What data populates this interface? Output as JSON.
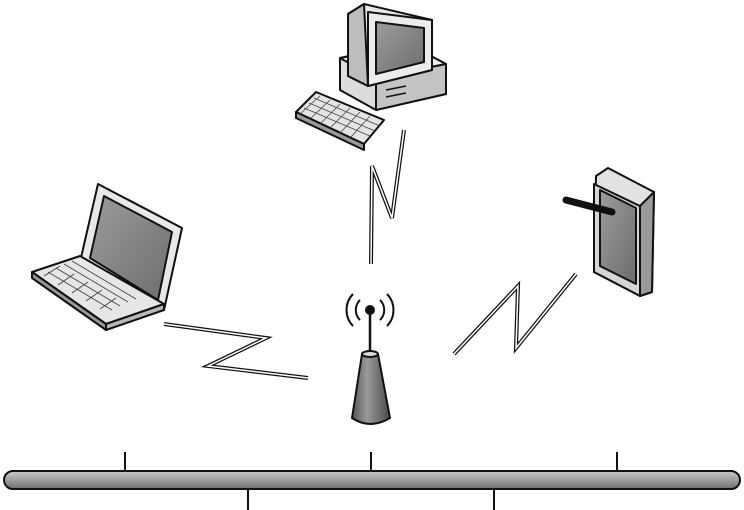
{
  "diagram": {
    "type": "wireless network topology",
    "nodes": [
      {
        "id": "desktop",
        "kind": "desktop computer",
        "icon": "desktop-computer-icon"
      },
      {
        "id": "laptop",
        "kind": "laptop",
        "icon": "laptop-icon"
      },
      {
        "id": "tablet",
        "kind": "tablet with stylus",
        "icon": "tablet-icon"
      },
      {
        "id": "access_point",
        "kind": "wireless access point",
        "icon": "access-point-icon"
      },
      {
        "id": "backbone",
        "kind": "wired network bus",
        "icon": "network-bus-icon"
      }
    ],
    "links": [
      {
        "from": "desktop",
        "to": "access_point",
        "type": "wireless"
      },
      {
        "from": "laptop",
        "to": "access_point",
        "type": "wireless"
      },
      {
        "from": "tablet",
        "to": "access_point",
        "type": "wireless"
      },
      {
        "from": "access_point",
        "to": "backbone",
        "type": "wired"
      }
    ],
    "colors": {
      "line": "#111111",
      "device_fill": "#e6e6e6",
      "screen_fill": "#8a8a8a",
      "bus_fill": "#9c9c9c"
    }
  }
}
